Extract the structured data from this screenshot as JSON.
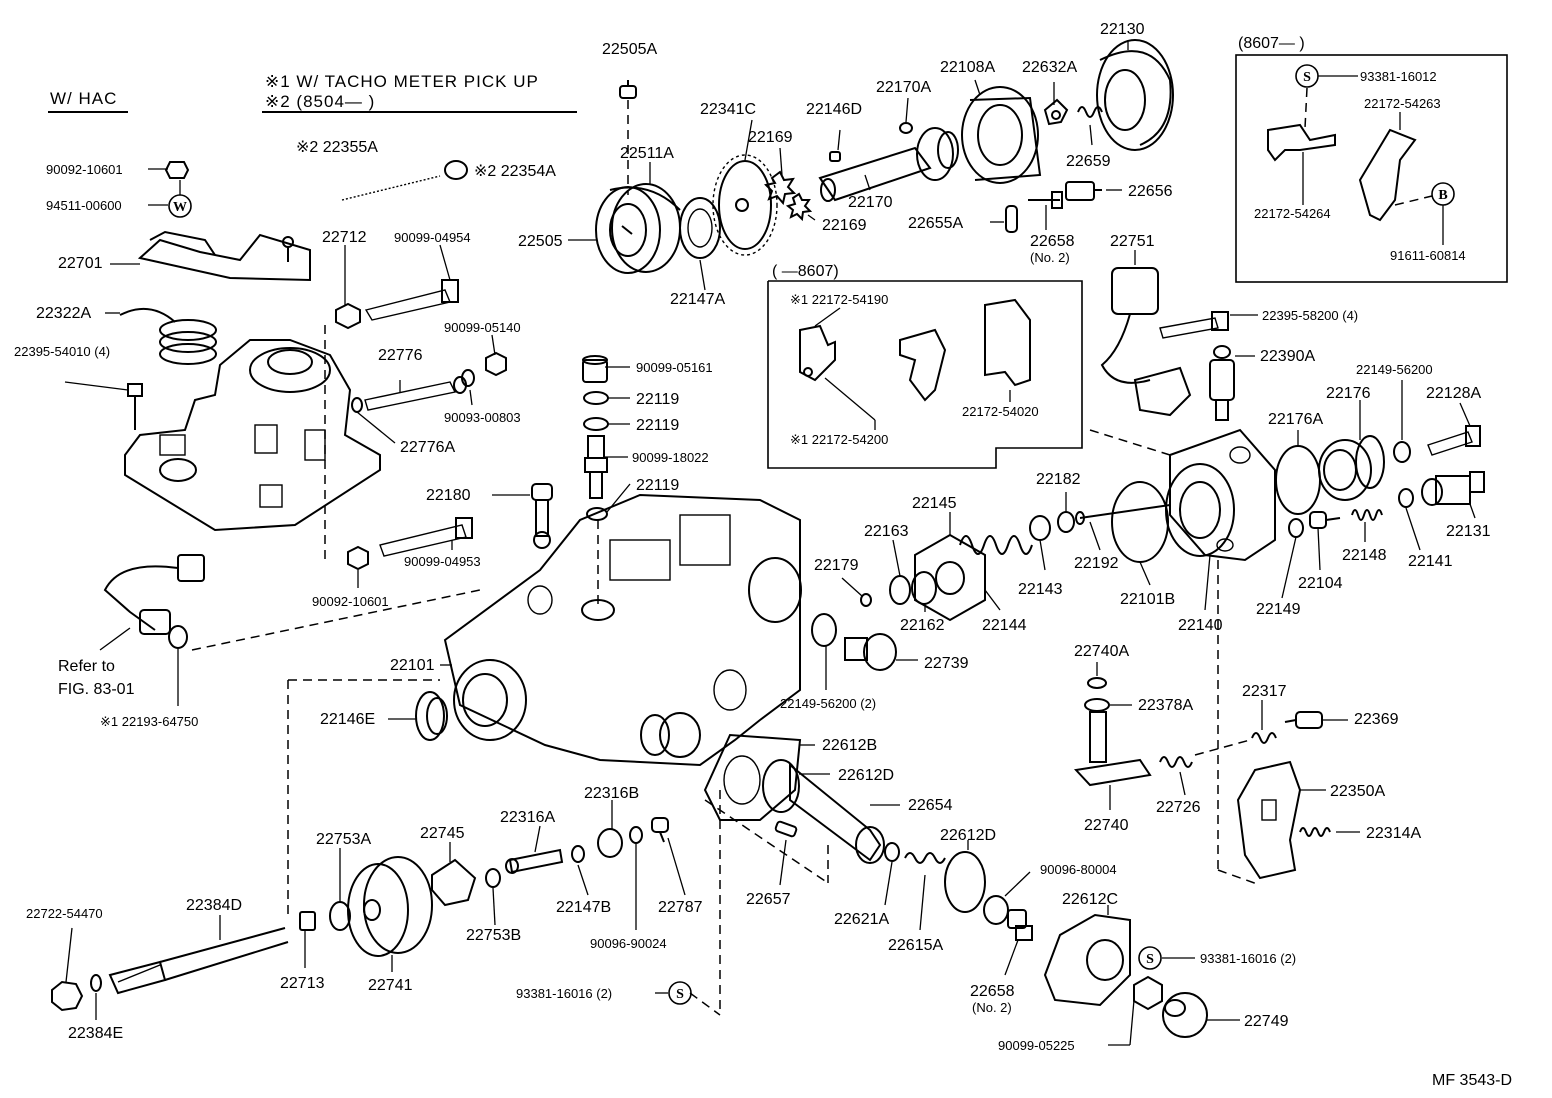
{
  "header": {
    "variant": "W/ HAC",
    "note1": "※1 W/ TACHO METER PICK UP",
    "note2": "※2 (8504—        )"
  },
  "boxes": {
    "later_range": "(8607—          )",
    "earlier_range": "(        —8607)"
  },
  "reference": {
    "line1": "Refer to",
    "line2": "FIG. 83-01"
  },
  "symbols": {
    "washer": "W",
    "screw": "S",
    "bolt": "B"
  },
  "footer": {
    "code": "MF  3543-D"
  },
  "parts": {
    "p22505A": "22505A",
    "p22341C": "22341C",
    "p22146D": "22146D",
    "p22170A": "22170A",
    "p22108A": "22108A",
    "p22632A": "22632A",
    "p22130": "22130",
    "p22511A": "22511A",
    "p22169a": "22169",
    "p22169b": "22169",
    "p22170": "22170",
    "p22659": "22659",
    "p22656": "22656",
    "p22655A": "22655A",
    "p22658a": "22658",
    "p22658a_sub": "(No. 2)",
    "p22505": "22505",
    "p22147A": "22147A",
    "p90092_10601a": "90092-10601",
    "p94511_00600": "94511-00600",
    "p22355A": "※2 22355A",
    "p22354A": "※2 22354A",
    "p22701": "22701",
    "p22712": "22712",
    "p90099_04954": "90099-04954",
    "p22322A": "22322A",
    "p22395_54010": "22395-54010 (4)",
    "p90099_05140": "90099-05140",
    "p22776": "22776",
    "p90093_00803": "90093-00803",
    "p22776A": "22776A",
    "p90099_05161": "90099-05161",
    "p22119a": "22119",
    "p22119b": "22119",
    "p90099_18022": "90099-18022",
    "p22119c": "22119",
    "p22180": "22180",
    "p90099_04953": "90099-04953",
    "p90092_10601b": "90092-10601",
    "p22193_64750": "※1 22193-64750",
    "p22101": "22101",
    "p22146E": "22146E",
    "p22172_54190": "※1 22172-54190",
    "p22172_54200": "※1 22172-54200",
    "p22172_54020": "22172-54020",
    "p22751": "22751",
    "p22395_58200": "22395-58200 (4)",
    "p22390A": "22390A",
    "p93381_16012": "93381-16012",
    "p22172_54263": "22172-54263",
    "p22172_54264": "22172-54264",
    "p91611_60814": "91611-60814",
    "p22149_56200a": "22149-56200",
    "p22176": "22176",
    "p22128A": "22128A",
    "p22176A": "22176A",
    "p22131": "22131",
    "p22141": "22141",
    "p22148": "22148",
    "p22104": "22104",
    "p22149": "22149",
    "p22140": "22140",
    "p22101B": "22101B",
    "p22192": "22192",
    "p22182": "22182",
    "p22145": "22145",
    "p22163": "22163",
    "p22143": "22143",
    "p22144": "22144",
    "p22162": "22162",
    "p22179": "22179",
    "p22739": "22739",
    "p22149_56200b": "22149-56200 (2)",
    "p22740A": "22740A",
    "p22378A": "22378A",
    "p22740": "22740",
    "p22726": "22726",
    "p22317": "22317",
    "p22369": "22369",
    "p22350A": "22350A",
    "p22314A": "22314A",
    "p22612B": "22612B",
    "p22612D": "22612D",
    "p22654": "22654",
    "p22657": "22657",
    "p22612Db": "22612D",
    "p90096_80004": "90096-80004",
    "p22612C": "22612C",
    "p22621A": "22621A",
    "p22615A": "22615A",
    "p22658b": "22658",
    "p22658b_sub": "(No. 2)",
    "p93381_16016a": "93381-16016 (2)",
    "p90099_05225": "90099-05225",
    "p22749": "22749",
    "p22753A": "22753A",
    "p22745": "22745",
    "p22316A": "22316A",
    "p22316B": "22316B",
    "p22147B": "22147B",
    "p22787": "22787",
    "p22753B": "22753B",
    "p90096_90024": "90096-90024",
    "p93381_16016b": "93381-16016 (2)",
    "p22722_54470": "22722-54470",
    "p22384D": "22384D",
    "p22713": "22713",
    "p22741": "22741",
    "p22384E": "22384E"
  }
}
